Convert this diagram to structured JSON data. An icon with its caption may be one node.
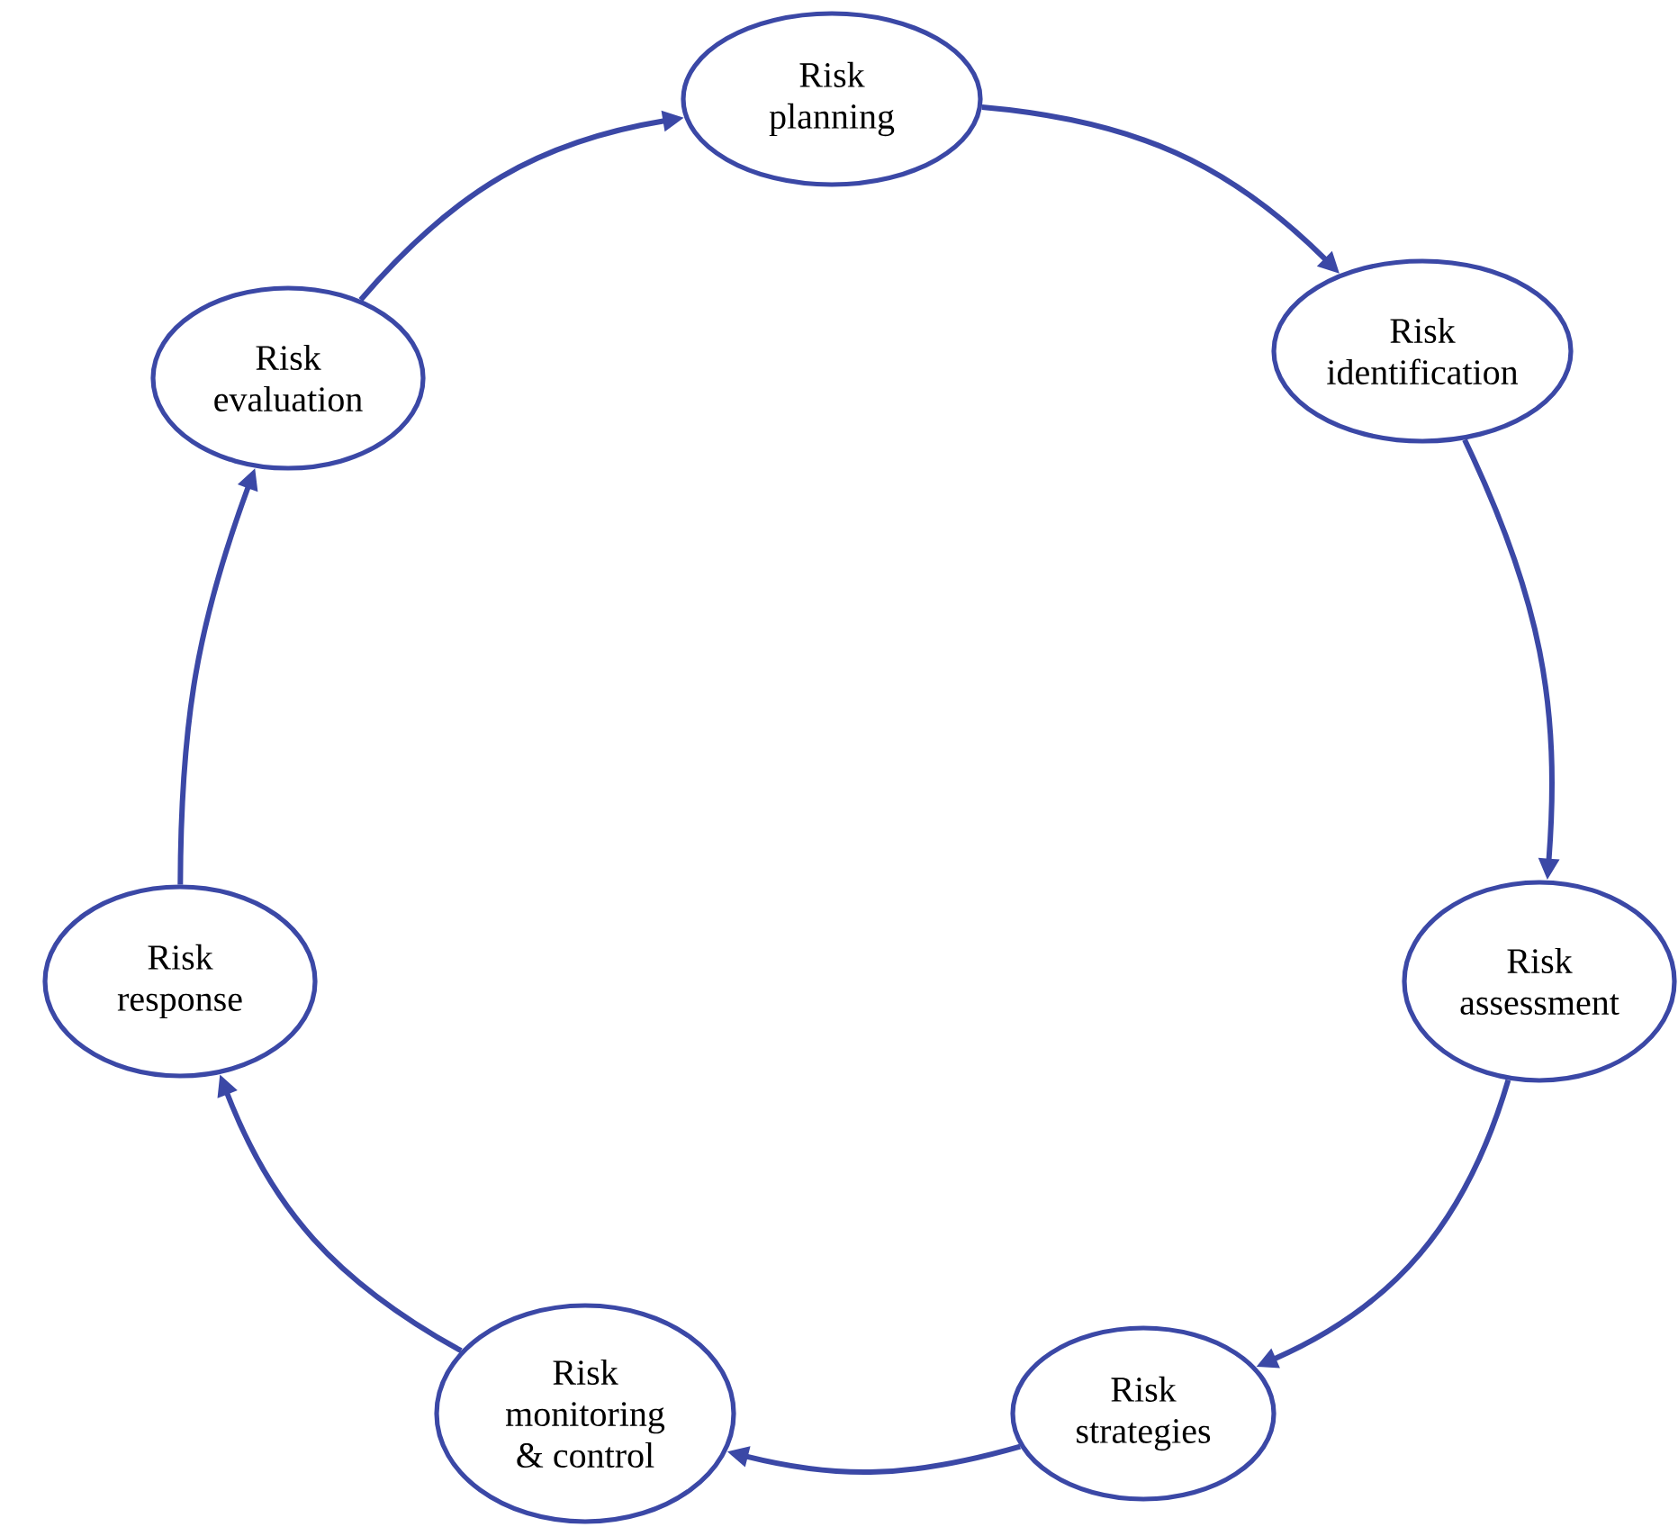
{
  "diagram": {
    "nodes": [
      {
        "text": [
          "Risk planning"
        ]
      },
      {
        "text": [
          "Risk identification"
        ]
      },
      {
        "text": [
          "Risk assessment"
        ]
      },
      {
        "text": [
          "Risk strategies"
        ]
      },
      {
        "text": [
          "Risk monitoring & control"
        ]
      },
      {
        "text": [
          "Risk response"
        ]
      },
      {
        "text": [
          "Risk evaluation"
        ]
      }
    ],
    "edges": [
      {
        "from": 0,
        "to": 1,
        "arrow": "to"
      },
      {
        "from": 1,
        "to": 2,
        "arrow": "to"
      },
      {
        "from": 2,
        "to": 3,
        "arrow": "to"
      },
      {
        "from": 3,
        "to": 4,
        "arrow": "to"
      },
      {
        "from": 4,
        "to": 5,
        "arrow": "to"
      },
      {
        "from": 5,
        "to": 6,
        "arrow": "to"
      },
      {
        "from": 6,
        "to": 0,
        "arrow": "to"
      }
    ]
  }
}
